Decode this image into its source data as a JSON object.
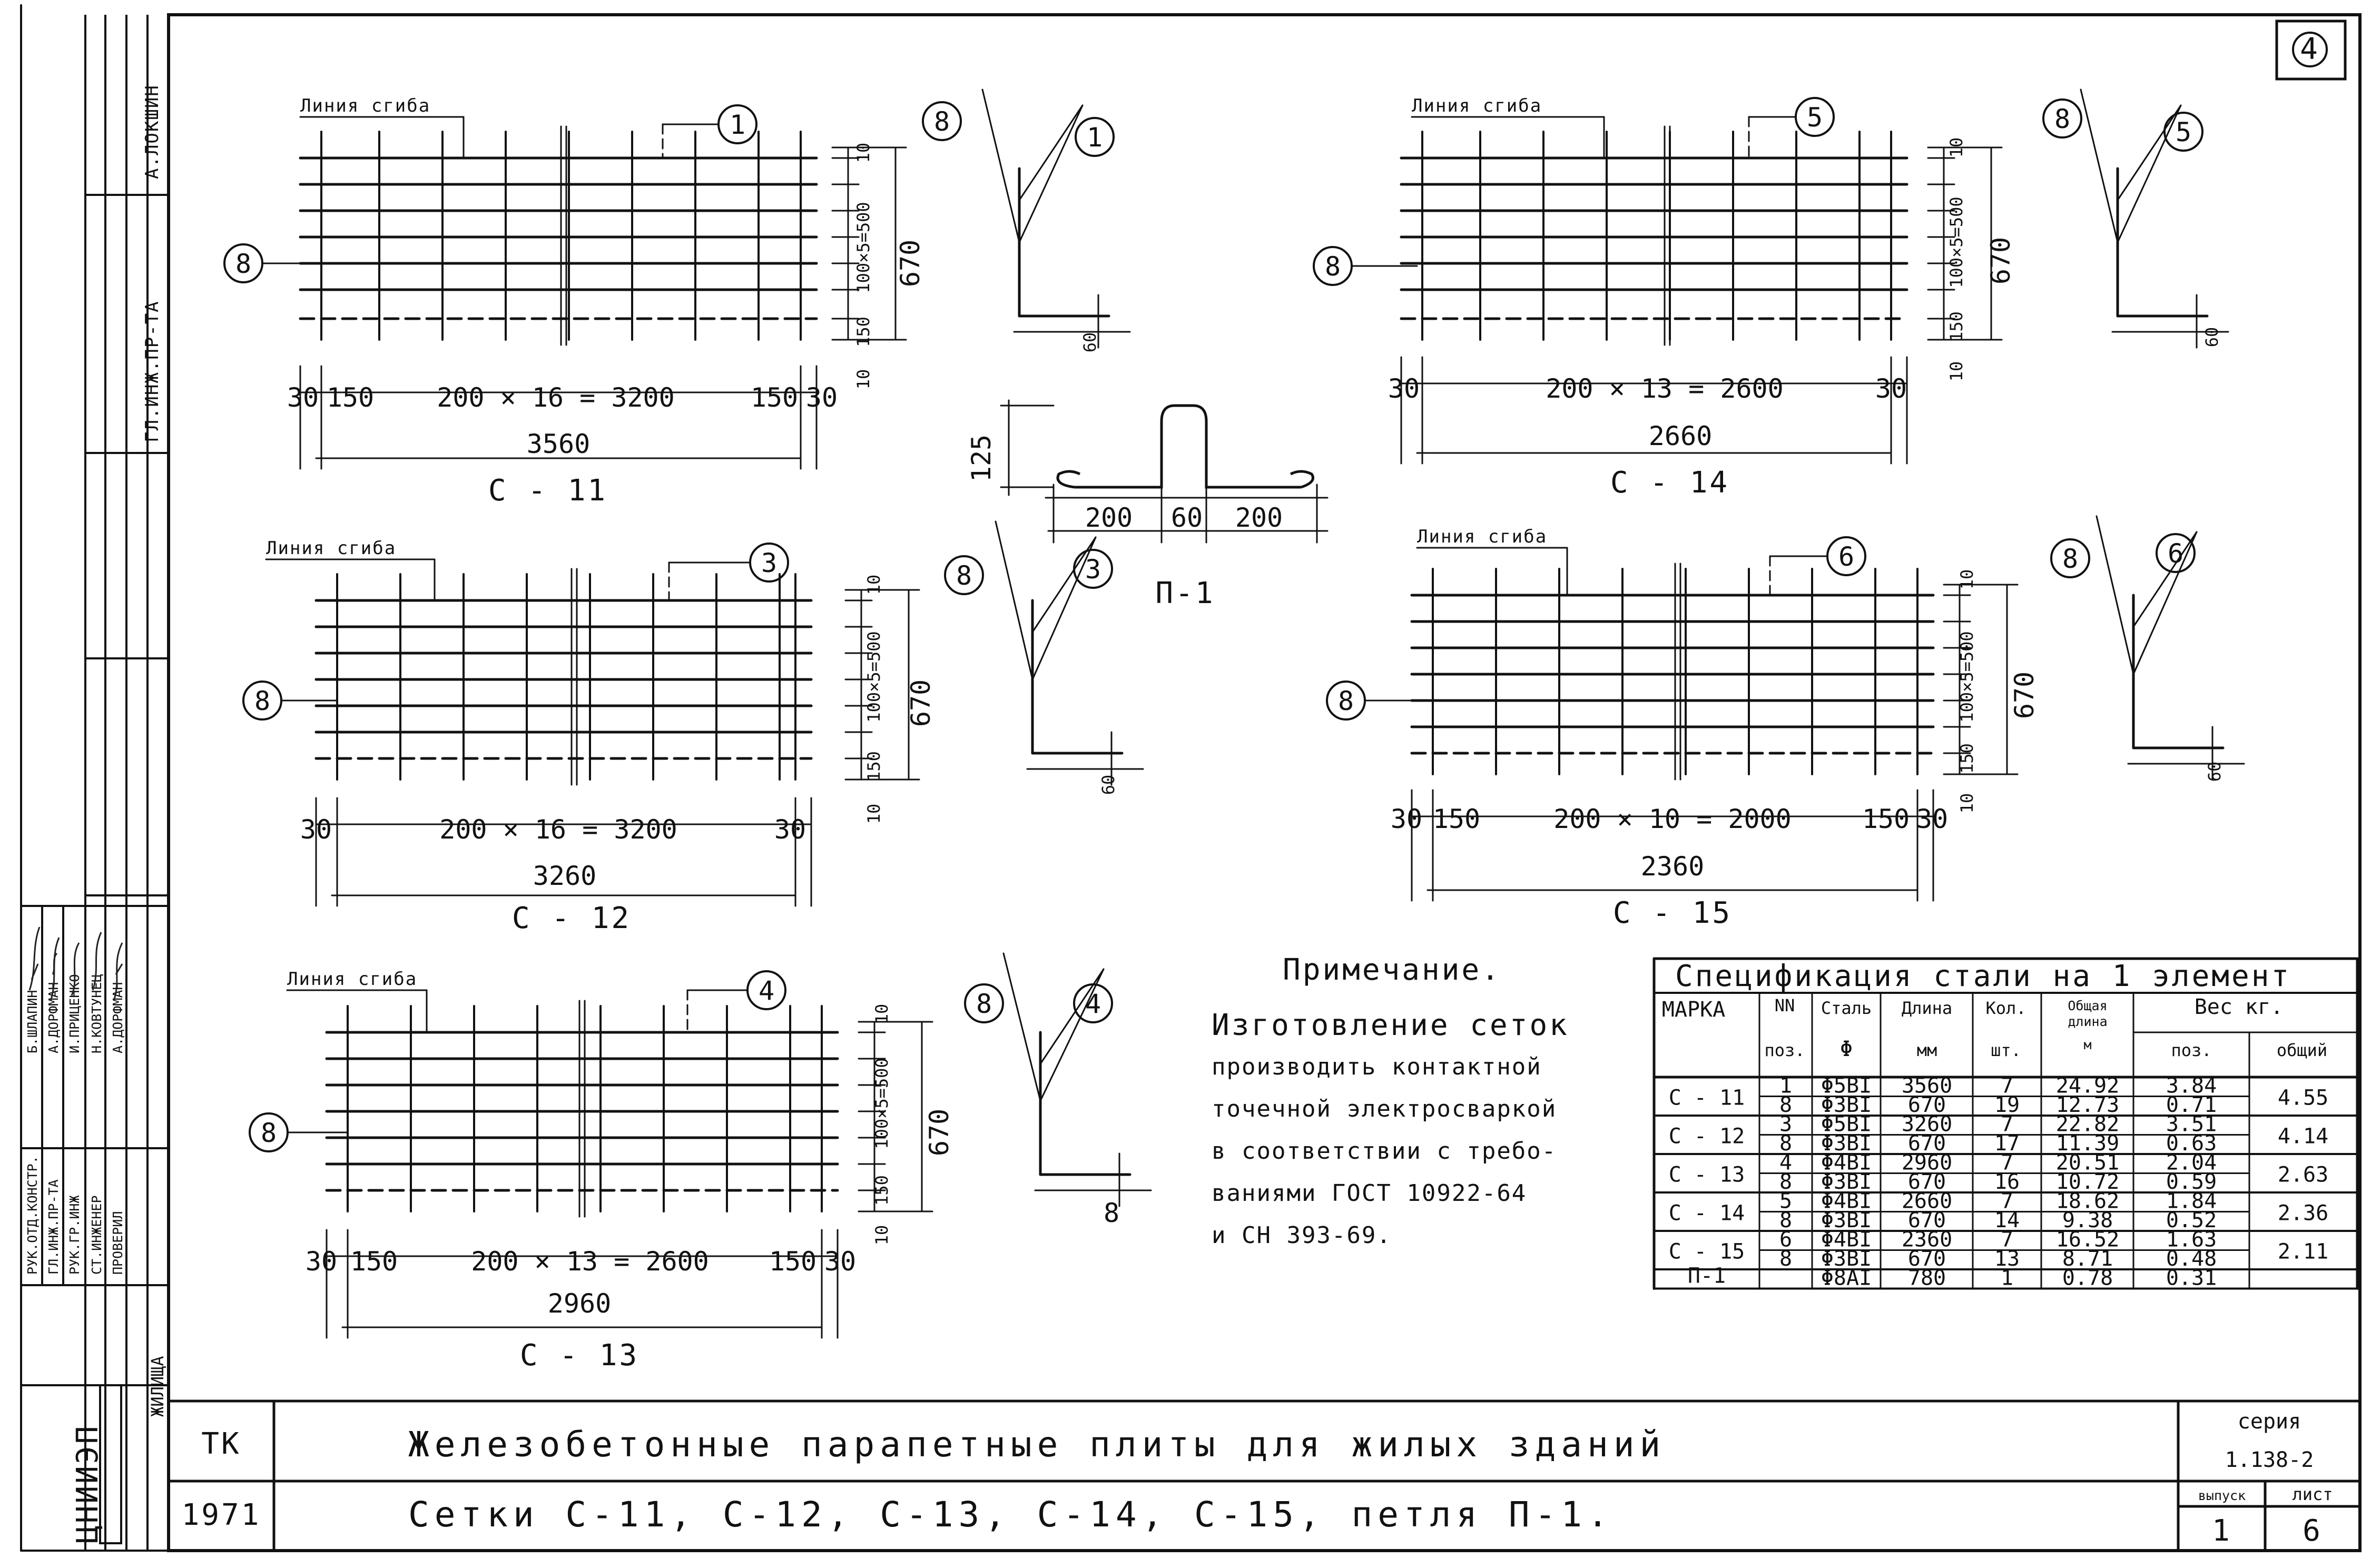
{
  "sheet_number": "4",
  "left_strip": {
    "names_top": [
      "А.ЛОКШИН",
      "ГЛ.ИНЖ.ПР-ТА"
    ],
    "roles": [
      "РУК.ОТД.КОНСТР.",
      "ГЛ.ИНЖ.ПР-ТА",
      "РУК.ГР.ИНЖ",
      "СТ.ИНЖЕНЕР",
      "ПРОВЕРИЛ"
    ],
    "names": [
      "Б.ШЛАПИН",
      "А.ДОРФМАН",
      "И.ПРИЦЕНКО",
      "Н.КОВТУНЕЦ",
      "А.ДОРФМАН"
    ],
    "institute": "ЦНИИЭП",
    "institute_sub": "ЖИЛИЩА"
  },
  "bend_line_label": "Линия сгиба",
  "meshes": [
    {
      "id": "c11",
      "mark": "С - 11",
      "rod": "1",
      "cross": "8",
      "spacing": "200 × 16 = 3200",
      "left_edge": "30",
      "left_step": "150",
      "right_step": "150",
      "right_edge": "30",
      "total": "3560",
      "v_top": "10",
      "v_mid": "100×5=500",
      "v_low": "150",
      "v_bot": "10",
      "height": "670",
      "hook": "60"
    },
    {
      "id": "c14",
      "mark": "С - 14",
      "rod": "5",
      "cross": "8",
      "spacing": "200 × 13 = 2600",
      "left_edge": "30",
      "left_step": "",
      "right_step": "",
      "right_edge": "30",
      "total": "2660",
      "v_top": "10",
      "v_mid": "100×5=500",
      "v_low": "150",
      "v_bot": "10",
      "height": "670",
      "hook": "60"
    },
    {
      "id": "c12",
      "mark": "С - 12",
      "rod": "3",
      "cross": "8",
      "spacing": "200 × 16 = 3200",
      "left_edge": "30",
      "left_step": "",
      "right_step": "",
      "right_edge": "30",
      "total": "3260",
      "v_top": "10",
      "v_mid": "100×5=500",
      "v_low": "150",
      "v_bot": "10",
      "height": "670",
      "hook": "60"
    },
    {
      "id": "c15",
      "mark": "С - 15",
      "rod": "6",
      "cross": "8",
      "spacing": "200 × 10 = 2000",
      "left_edge": "30",
      "left_step": "150",
      "right_step": "150",
      "right_edge": "30",
      "total": "2360",
      "v_top": "10",
      "v_mid": "100×5=500",
      "v_low": "150",
      "v_bot": "10",
      "height": "670",
      "hook": "60"
    },
    {
      "id": "c13",
      "mark": "С - 13",
      "rod": "4",
      "cross": "8",
      "spacing": "200 × 13 = 2600",
      "left_edge": "30",
      "left_step": "150",
      "right_step": "150",
      "right_edge": "30",
      "total": "2960",
      "v_top": "10",
      "v_mid": "100×5=500",
      "v_low": "150",
      "v_bot": "10",
      "height": "670",
      "hook": "8"
    }
  ],
  "loop": {
    "mark": "П-1",
    "height": "125",
    "seg1": "200",
    "seg2": "60",
    "seg3": "200"
  },
  "note": {
    "heading": "Примечание.",
    "lines": [
      "Изготовление сеток",
      "производить контактной",
      "точечной электросваркой",
      "в соответствии с требо-",
      "ваниями ГОСТ 10922-64",
      "и СН 393-69."
    ]
  },
  "spec": {
    "title": "Спецификация стали на 1 элемент",
    "headers": {
      "mark": "МАРКА",
      "pos_a": "NN",
      "pos_b": "поз.",
      "steel_a": "Сталь",
      "steel_b": "Φ",
      "len_a": "Длина",
      "len_b": "мм",
      "qty_a": "Кол.",
      "qty_b": "шт.",
      "total_len_a": "Общая",
      "total_len_b": "длина",
      "total_len_c": "м",
      "weight": "Вес кг.",
      "w_pos": "поз.",
      "w_total": "общий"
    },
    "rows": [
      {
        "pos": "1",
        "steel": "Φ5ВI",
        "length": "3560",
        "qty": "7",
        "total_len": "24.92",
        "w_pos": "3.84"
      },
      {
        "pos": "8",
        "steel": "Φ3ВI",
        "length": "670",
        "qty": "19",
        "total_len": "12.73",
        "w_pos": "0.71"
      },
      {
        "pos": "3",
        "steel": "Φ5ВI",
        "length": "3260",
        "qty": "7",
        "total_len": "22.82",
        "w_pos": "3.51"
      },
      {
        "pos": "8",
        "steel": "Φ3ВI",
        "length": "670",
        "qty": "17",
        "total_len": "11.39",
        "w_pos": "0.63"
      },
      {
        "pos": "4",
        "steel": "Φ4ВI",
        "length": "2960",
        "qty": "7",
        "total_len": "20.51",
        "w_pos": "2.04"
      },
      {
        "pos": "8",
        "steel": "Φ3ВI",
        "length": "670",
        "qty": "16",
        "total_len": "10.72",
        "w_pos": "0.59"
      },
      {
        "pos": "5",
        "steel": "Φ4ВI",
        "length": "2660",
        "qty": "7",
        "total_len": "18.62",
        "w_pos": "1.84"
      },
      {
        "pos": "8",
        "steel": "Φ3ВI",
        "length": "670",
        "qty": "14",
        "total_len": "9.38",
        "w_pos": "0.52"
      },
      {
        "pos": "6",
        "steel": "Φ4ВI",
        "length": "2360",
        "qty": "7",
        "total_len": "16.52",
        "w_pos": "1.63"
      },
      {
        "pos": "8",
        "steel": "Φ3ВI",
        "length": "670",
        "qty": "13",
        "total_len": "8.71",
        "w_pos": "0.48"
      },
      {
        "pos": "",
        "steel": "Φ8АI",
        "length": "780",
        "qty": "1",
        "total_len": "0.78",
        "w_pos": "0.31"
      }
    ],
    "marks": [
      "С - 11",
      "С - 12",
      "С - 13",
      "С - 14",
      "С - 15",
      "П-1"
    ],
    "totals": [
      "4.55",
      "4.14",
      "2.63",
      "2.36",
      "2.11"
    ]
  },
  "title_block": {
    "code": "ТК",
    "year": "1971",
    "title": "Железобетонные парапетные плиты для жилых зданий",
    "subtitle": "Сетки  С-11, С-12, С-13, С-14, С-15, петля П-1.",
    "series_label": "серия",
    "series_value": "1.138-2",
    "issue_label": "выпуск",
    "issue_value": "1",
    "sheet_label": "лист",
    "sheet_value": "6"
  }
}
